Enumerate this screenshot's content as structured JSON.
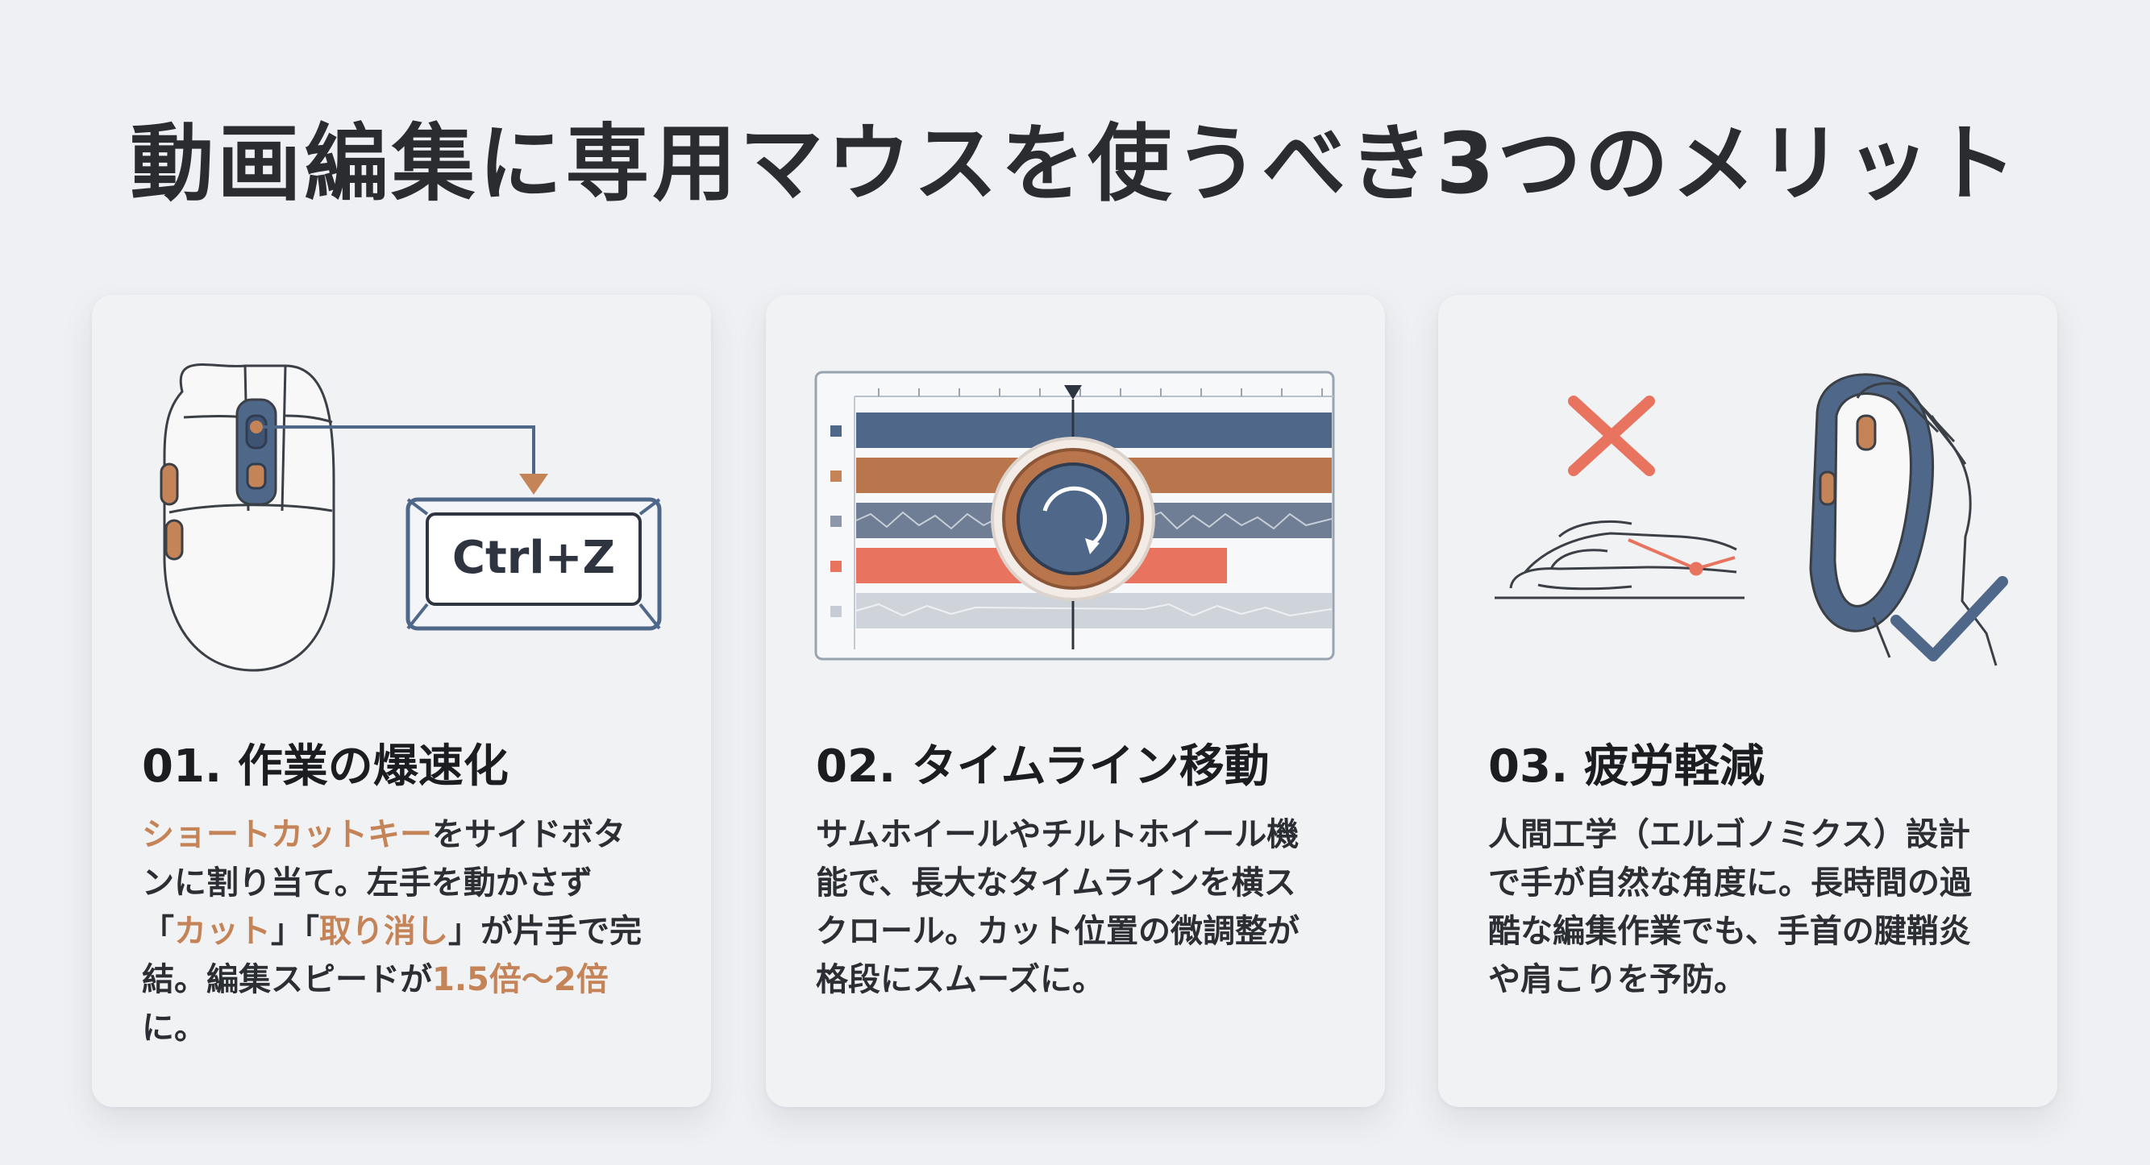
{
  "page": {
    "title": "動画編集に専用マウスを使うべき3つのメリット"
  },
  "colors": {
    "background": "#eef0f3",
    "card": "#f1f2f4",
    "slate_blue": "#4f6789",
    "copper": "#c58358",
    "coral": "#e8735e",
    "highlight_text": "#c58358"
  },
  "cards": [
    {
      "heading": "01. 作業の爆速化",
      "illustration": {
        "icons": [
          "mouse-side-button-icon",
          "keyboard-key-icon",
          "arrow-down-icon"
        ],
        "key_label": "Ctrl+Z"
      },
      "body": {
        "l1_hl": "ショートカットキー",
        "l1_rest": "をサイドボタ",
        "l2": "ンに割り当て。左手を動かさず",
        "l3_q1": "「",
        "l3_hl1": "カット",
        "l3_q2": "」「",
        "l3_hl2": "取り消し",
        "l3_rest": "」が片手で完",
        "l4_pre": "結。編集スピードが",
        "l4_hl": "1.5倍〜2倍",
        "l5": "に。"
      }
    },
    {
      "heading": "02. タイムライン移動",
      "illustration": {
        "icons": [
          "timeline-icon",
          "scroll-wheel-icon",
          "playhead-icon"
        ]
      },
      "body": {
        "l1": "サムホイールやチルトホイール機",
        "l2": "能で、長大なタイムラインを横ス",
        "l3": "クロール。カット位置の微調整が",
        "l4": "格段にスムーズに。"
      }
    },
    {
      "heading": "03. 疲労軽減",
      "illustration": {
        "icons": [
          "cross-icon",
          "flat-hand-mouse-icon",
          "ergonomic-mouse-hand-icon",
          "check-icon"
        ]
      },
      "body": {
        "l1": "人間工学（エルゴノミクス）設計",
        "l2": "で手が自然な角度に。長時間の過",
        "l3": "酷な編集作業でも、手首の腱鞘炎",
        "l4": "や肩こりを予防。"
      }
    }
  ]
}
